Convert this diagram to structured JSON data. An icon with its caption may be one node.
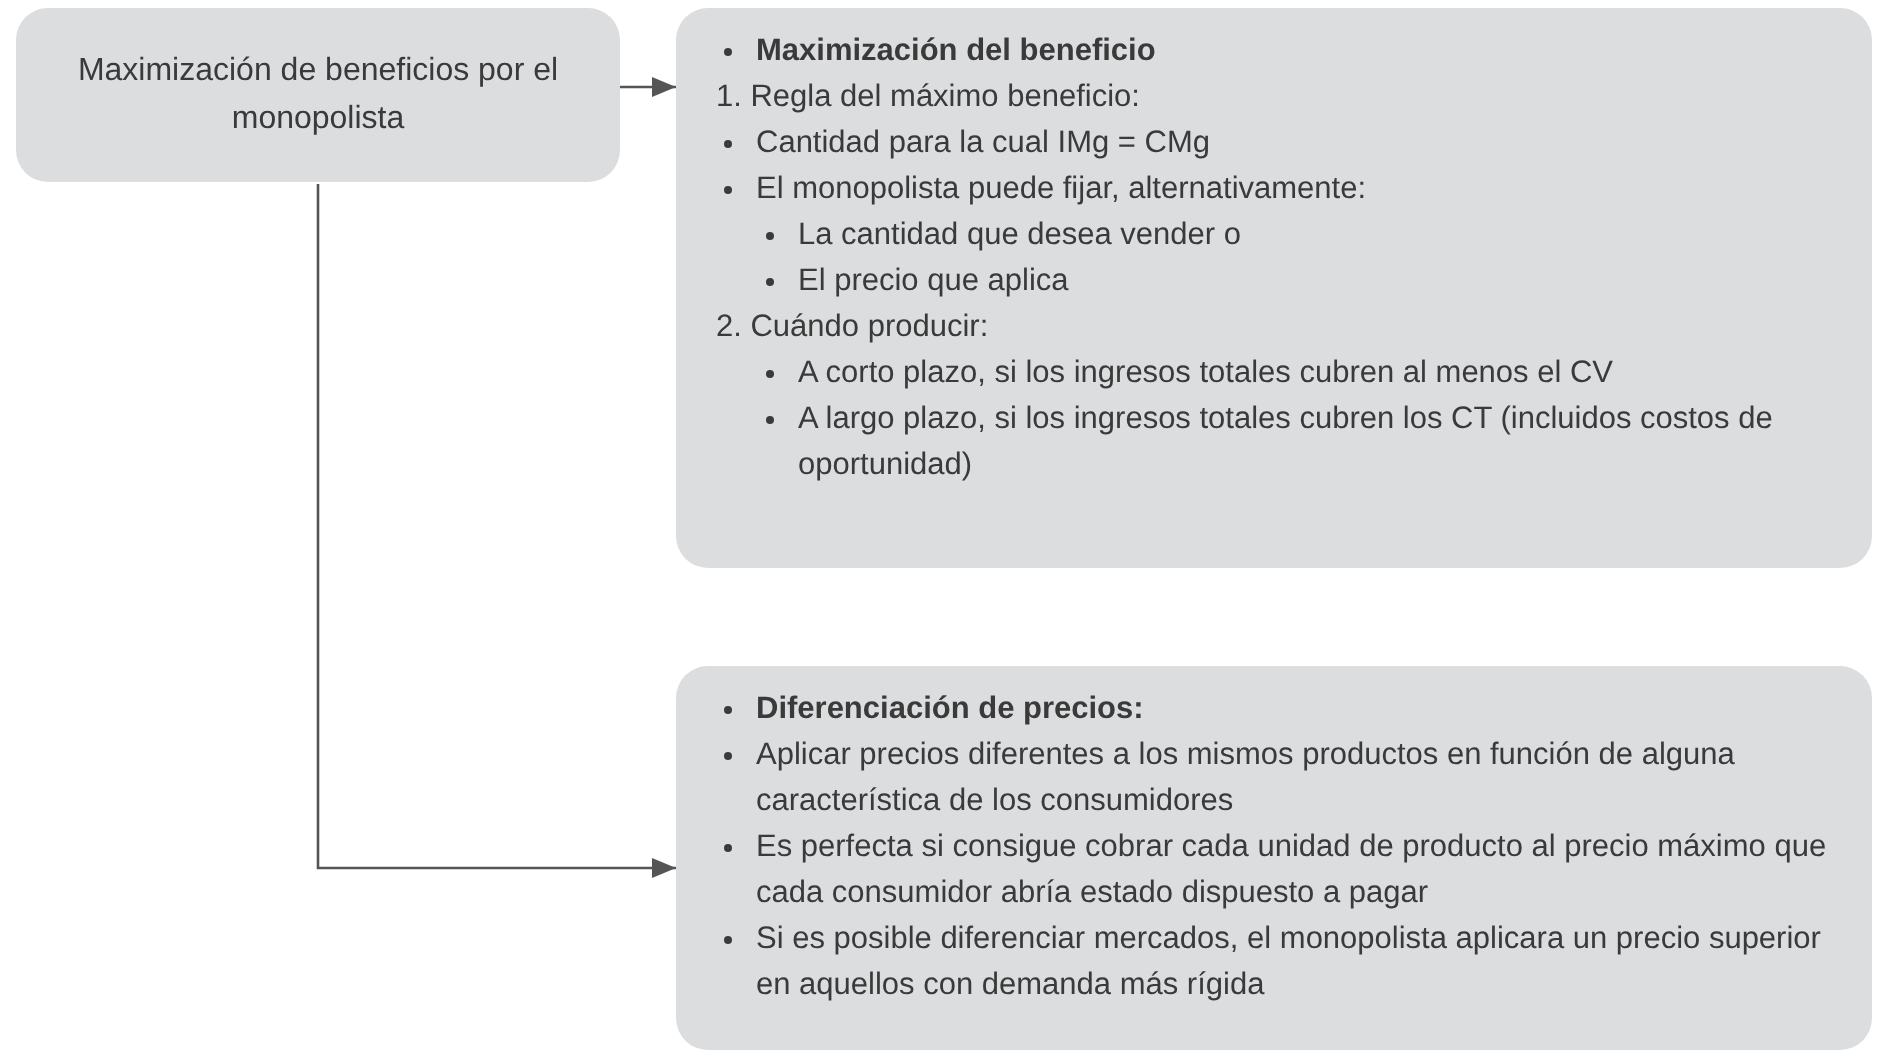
{
  "diagram": {
    "nodes": [
      {
        "text": [
          "Maximización de beneficios por el monopolista"
        ]
      },
      {
        "text": [
          "Maximización del beneficio",
          "1. Regla del máximo beneficio:",
          "Cantidad para la cual IMg = CMg",
          "El monopolista puede fijar, alternativamente:",
          "La cantidad que desea vender o",
          "El precio que aplica",
          "2. Cuándo producir:",
          "A corto plazo, si los ingresos totales cubren al menos el CV",
          "A largo plazo, si los ingresos totales cubren los CT (incluidos costos de oportunidad)"
        ]
      },
      {
        "text": [
          "Diferenciación de precios:",
          "Aplicar precios diferentes a los mismos productos en función de alguna característica de los consumidores",
          "Es perfecta si consigue cobrar cada unidad de producto al precio máximo que cada consumidor abría estado dispuesto a pagar",
          "Si es posible diferenciar mercados, el monopolista aplicara un precio superior en aquellos con demanda más rígida"
        ]
      }
    ],
    "edges": [
      {
        "from": 0,
        "to": 1,
        "arrow": "to"
      },
      {
        "from": 0,
        "to": 2,
        "arrow": "to"
      }
    ]
  }
}
